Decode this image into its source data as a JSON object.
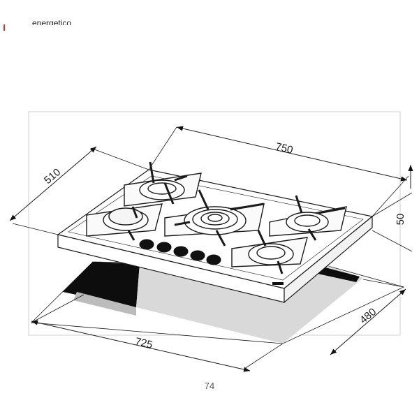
{
  "header": {
    "caption": "energetico"
  },
  "diagram": {
    "dimensions": {
      "depth_top": "510",
      "width_top": "750",
      "height": "50",
      "cutout_width": "725",
      "cutout_depth": "480"
    }
  },
  "footer": {
    "page_number": "74"
  },
  "colors": {
    "line": "#1a1a1a",
    "cutout_light": "#d9d9d9",
    "cutout_dark": "#0d0d0d",
    "accent": "#d0342c"
  }
}
